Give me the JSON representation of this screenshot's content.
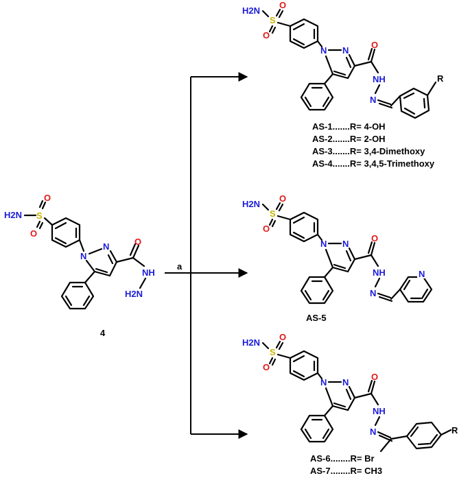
{
  "scheme": {
    "reagent_label": "a",
    "starting_material": {
      "number": "4",
      "atoms": {
        "nh2_sulfonamide": "H2N",
        "s": "S",
        "o_top": "O",
        "o_bottom": "O",
        "n1": "N",
        "n2": "N",
        "o_carbonyl": "O",
        "nh": "NH",
        "h2n_hydrazide": "H2N"
      }
    },
    "product_1": {
      "atoms": {
        "nh2_sulfonamide": "H2N",
        "s": "S",
        "o_top": "O",
        "o_bottom": "O",
        "n1": "N",
        "n2": "N",
        "o_carbonyl": "O",
        "nh": "NH",
        "n_imine": "N",
        "r": "R"
      },
      "compounds": [
        {
          "id": "AS-1",
          "dots": ".......",
          "r": "R= 4-OH"
        },
        {
          "id": "AS-2",
          "dots": ".......",
          "r": "R= 2-OH"
        },
        {
          "id": "AS-3",
          "dots": ".......",
          "r": "R= 3,4-Dimethoxy"
        },
        {
          "id": "AS-4",
          "dots": ".......",
          "r": "R= 3,4,5-Trimethoxy"
        }
      ]
    },
    "product_2": {
      "atoms": {
        "nh2_sulfonamide": "H2N",
        "s": "S",
        "o_top": "O",
        "o_bottom": "O",
        "n1": "N",
        "n2": "N",
        "o_carbonyl": "O",
        "nh": "NH",
        "n_imine": "N",
        "n_pyridine": "N"
      },
      "compound_id": "AS-5"
    },
    "product_3": {
      "atoms": {
        "nh2_sulfonamide": "H2N",
        "s": "S",
        "o_top": "O",
        "o_bottom": "O",
        "n1": "N",
        "n2": "N",
        "o_carbonyl": "O",
        "nh": "NH",
        "n_imine": "N",
        "r": "R"
      },
      "compounds": [
        {
          "id": "AS-6",
          "dots": "........",
          "r": "R= Br"
        },
        {
          "id": "AS-7",
          "dots": "........",
          "r": "R= CH3"
        }
      ]
    },
    "colors": {
      "nitrogen": "#1c1cd8",
      "oxygen": "#e01818",
      "sulfur": "#c8b400",
      "bond": "#000000"
    }
  }
}
